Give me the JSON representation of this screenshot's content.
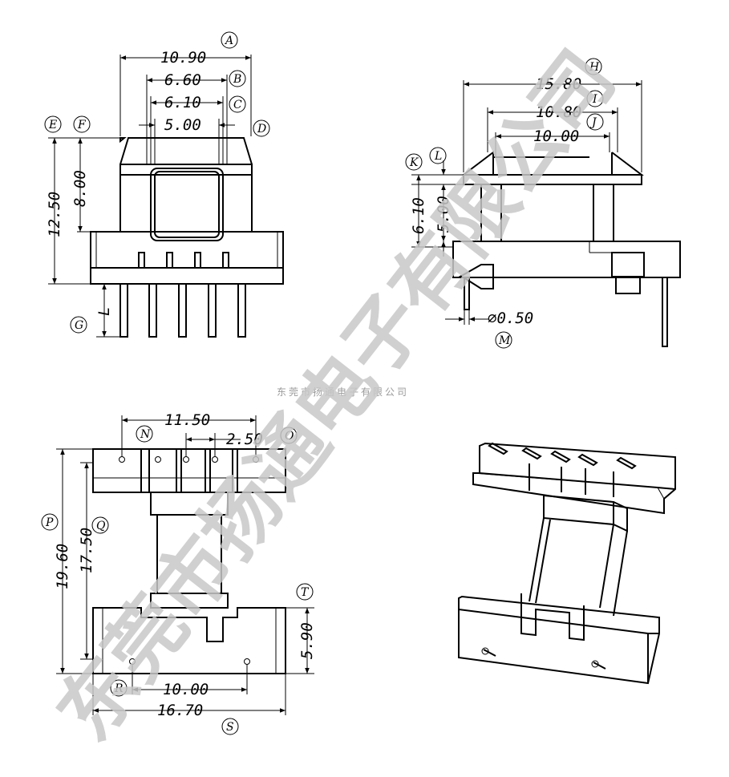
{
  "drawing": {
    "front_view": {
      "dims": [
        "10.90",
        "6.60",
        "6.10",
        "5.00",
        "12.50",
        "8.00",
        "L"
      ],
      "labels": [
        "A",
        "B",
        "C",
        "D",
        "E",
        "F",
        "G"
      ]
    },
    "side_view": {
      "dims": [
        "15.80",
        "10.80",
        "10.00",
        "6.10",
        "5.00",
        "⌀0.50"
      ],
      "labels": [
        "H",
        "I",
        "J",
        "K",
        "L",
        "M"
      ]
    },
    "bottom_view": {
      "dims": [
        "11.50",
        "2.50",
        "19.60",
        "17.50",
        "5.90",
        "10.00",
        "16.70"
      ],
      "labels": [
        "N",
        "O",
        "P",
        "Q",
        "R",
        "S",
        "T"
      ]
    }
  },
  "watermark": {
    "small": "东莞市扬通电子有限公司",
    "large": "东莞市扬通电子有限公司"
  }
}
